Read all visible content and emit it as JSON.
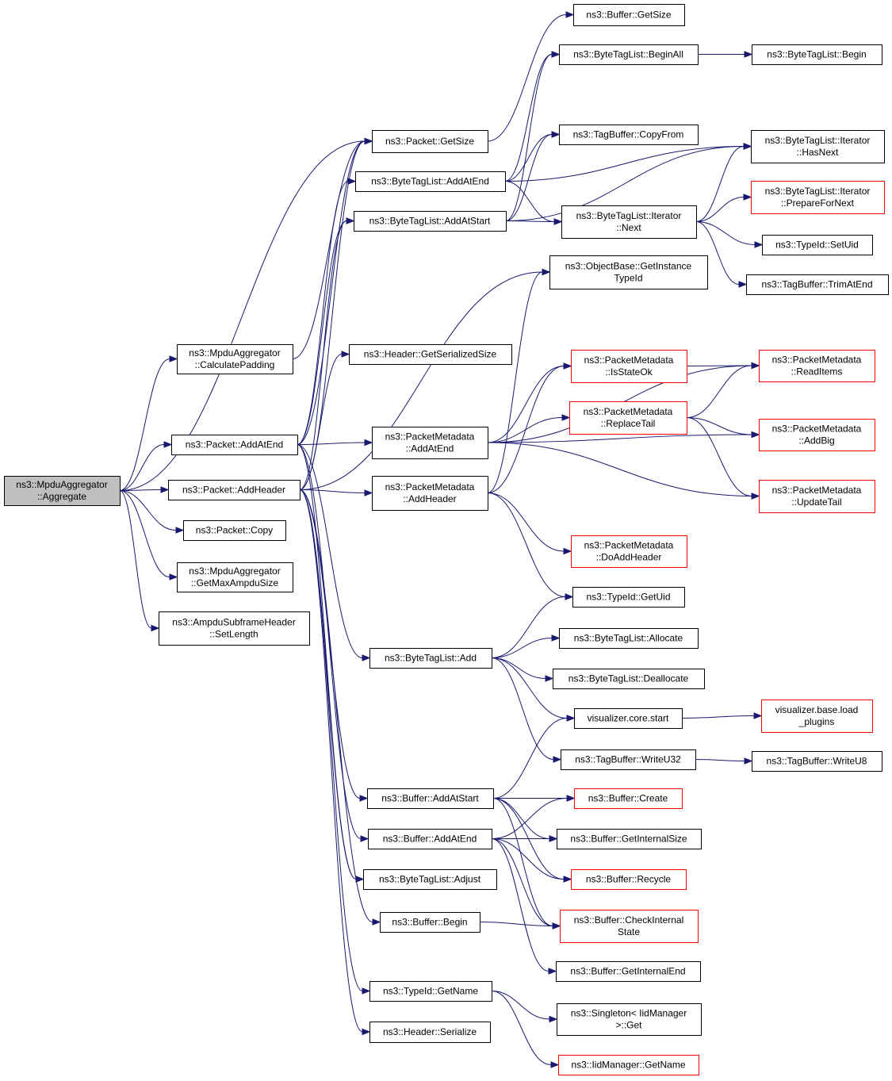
{
  "title": "",
  "colors": {
    "edge": "#191970",
    "root_fill": "#bfbfbf",
    "external_border": "#ff0000",
    "node_border": "#000000"
  },
  "nodes": [
    {
      "id": "agg",
      "label": [
        "ns3::MpduAggregator",
        "::Aggregate"
      ],
      "style": "root"
    },
    {
      "id": "calcpad",
      "label": [
        "ns3::MpduAggregator",
        "::CalculatePadding"
      ]
    },
    {
      "id": "pAddAtEnd",
      "label": [
        "ns3::Packet::AddAtEnd"
      ]
    },
    {
      "id": "pAddHeader",
      "label": [
        "ns3::Packet::AddHeader"
      ]
    },
    {
      "id": "pCopy",
      "label": [
        "ns3::Packet::Copy"
      ]
    },
    {
      "id": "getMaxAmpdu",
      "label": [
        "ns3::MpduAggregator",
        "::GetMaxAmpduSize"
      ]
    },
    {
      "id": "setLength",
      "label": [
        "ns3::AmpduSubframeHeader",
        "::SetLength"
      ]
    },
    {
      "id": "pGetSize",
      "label": [
        "ns3::Packet::GetSize"
      ]
    },
    {
      "id": "btlAddAtEnd",
      "label": [
        "ns3::ByteTagList::AddAtEnd"
      ]
    },
    {
      "id": "btlAddAtStart",
      "label": [
        "ns3::ByteTagList::AddAtStart"
      ]
    },
    {
      "id": "hGetSerSize",
      "label": [
        "ns3::Header::GetSerializedSize"
      ]
    },
    {
      "id": "pmAddAtEnd",
      "label": [
        "ns3::PacketMetadata",
        "::AddAtEnd"
      ]
    },
    {
      "id": "pmAddHeader",
      "label": [
        "ns3::PacketMetadata",
        "::AddHeader"
      ]
    },
    {
      "id": "btlAdd",
      "label": [
        "ns3::ByteTagList::Add"
      ]
    },
    {
      "id": "bAddAtStart",
      "label": [
        "ns3::Buffer::AddAtStart"
      ]
    },
    {
      "id": "bAddAtEnd",
      "label": [
        "ns3::Buffer::AddAtEnd"
      ]
    },
    {
      "id": "btlAdjust",
      "label": [
        "ns3::ByteTagList::Adjust"
      ]
    },
    {
      "id": "bBegin",
      "label": [
        "ns3::Buffer::Begin"
      ]
    },
    {
      "id": "tidGetName",
      "label": [
        "ns3::TypeId::GetName"
      ]
    },
    {
      "id": "hSerialize",
      "label": [
        "ns3::Header::Serialize"
      ]
    },
    {
      "id": "bGetSize",
      "label": [
        "ns3::Buffer::GetSize"
      ]
    },
    {
      "id": "btlBeginAll",
      "label": [
        "ns3::ByteTagList::BeginAll"
      ]
    },
    {
      "id": "tbCopyFrom",
      "label": [
        "ns3::TagBuffer::CopyFrom"
      ]
    },
    {
      "id": "itNext",
      "label": [
        "ns3::ByteTagList::Iterator",
        "::Next"
      ]
    },
    {
      "id": "obGetInst",
      "label": [
        "ns3::ObjectBase::GetInstance",
        "TypeId"
      ]
    },
    {
      "id": "pmIsStateOk",
      "label": [
        "ns3::PacketMetadata",
        "::IsStateOk"
      ],
      "style": "red"
    },
    {
      "id": "pmReplaceTail",
      "label": [
        "ns3::PacketMetadata",
        "::ReplaceTail"
      ],
      "style": "red"
    },
    {
      "id": "pmDoAddHeader",
      "label": [
        "ns3::PacketMetadata",
        "::DoAddHeader"
      ],
      "style": "red"
    },
    {
      "id": "tidGetUid",
      "label": [
        "ns3::TypeId::GetUid"
      ]
    },
    {
      "id": "btlAllocate",
      "label": [
        "ns3::ByteTagList::Allocate"
      ]
    },
    {
      "id": "btlDeallocate",
      "label": [
        "ns3::ByteTagList::Deallocate"
      ]
    },
    {
      "id": "vizStart",
      "label": [
        "visualizer.core.start"
      ]
    },
    {
      "id": "tbWriteU32",
      "label": [
        "ns3::TagBuffer::WriteU32"
      ]
    },
    {
      "id": "bCreate",
      "label": [
        "ns3::Buffer::Create"
      ],
      "style": "red"
    },
    {
      "id": "bGetIntSize",
      "label": [
        "ns3::Buffer::GetInternalSize"
      ]
    },
    {
      "id": "bRecycle",
      "label": [
        "ns3::Buffer::Recycle"
      ],
      "style": "red"
    },
    {
      "id": "bCheckInt",
      "label": [
        "ns3::Buffer::CheckInternal",
        "State"
      ],
      "style": "red"
    },
    {
      "id": "bGetIntEnd",
      "label": [
        "ns3::Buffer::GetInternalEnd"
      ]
    },
    {
      "id": "singGet",
      "label": [
        "ns3::Singleton< IidManager",
        ">::Get"
      ]
    },
    {
      "id": "iidGetName",
      "label": [
        "ns3::IidManager::GetName"
      ],
      "style": "red"
    },
    {
      "id": "btlBegin",
      "label": [
        "ns3::ByteTagList::Begin"
      ]
    },
    {
      "id": "itHasNext",
      "label": [
        "ns3::ByteTagList::Iterator",
        "::HasNext"
      ]
    },
    {
      "id": "itPrepare",
      "label": [
        "ns3::ByteTagList::Iterator",
        "::PrepareForNext"
      ],
      "style": "red"
    },
    {
      "id": "tidSetUid",
      "label": [
        "ns3::TypeId::SetUid"
      ]
    },
    {
      "id": "tbTrimAtEnd",
      "label": [
        "ns3::TagBuffer::TrimAtEnd"
      ]
    },
    {
      "id": "pmReadItems",
      "label": [
        "ns3::PacketMetadata",
        "::ReadItems"
      ],
      "style": "red"
    },
    {
      "id": "pmAddBig",
      "label": [
        "ns3::PacketMetadata",
        "::AddBig"
      ],
      "style": "red"
    },
    {
      "id": "pmUpdateTail",
      "label": [
        "ns3::PacketMetadata",
        "::UpdateTail"
      ],
      "style": "red"
    },
    {
      "id": "vizLoadPlugins",
      "label": [
        "visualizer.base.load",
        "_plugins"
      ],
      "style": "red"
    },
    {
      "id": "tbWriteU8",
      "label": [
        "ns3::TagBuffer::WriteU8"
      ]
    }
  ],
  "edges": [
    [
      "agg",
      "pGetSize"
    ],
    [
      "agg",
      "calcpad"
    ],
    [
      "agg",
      "pAddAtEnd"
    ],
    [
      "agg",
      "pAddHeader"
    ],
    [
      "agg",
      "pCopy"
    ],
    [
      "agg",
      "getMaxAmpdu"
    ],
    [
      "agg",
      "setLength"
    ],
    [
      "calcpad",
      "pGetSize"
    ],
    [
      "pAddAtEnd",
      "pGetSize"
    ],
    [
      "pAddAtEnd",
      "btlAddAtEnd"
    ],
    [
      "pAddAtEnd",
      "btlAddAtStart"
    ],
    [
      "pAddAtEnd",
      "pmAddAtEnd"
    ],
    [
      "pAddAtEnd",
      "btlAdd"
    ],
    [
      "pAddAtEnd",
      "bAddAtEnd"
    ],
    [
      "pAddAtEnd",
      "btlAdjust"
    ],
    [
      "pAddHeader",
      "pGetSize"
    ],
    [
      "pAddHeader",
      "btlAddAtStart"
    ],
    [
      "pAddHeader",
      "hGetSerSize"
    ],
    [
      "pAddHeader",
      "obGetInst"
    ],
    [
      "pAddHeader",
      "pmAddHeader"
    ],
    [
      "pAddHeader",
      "bAddAtStart"
    ],
    [
      "pAddHeader",
      "btlAdjust"
    ],
    [
      "pAddHeader",
      "bBegin"
    ],
    [
      "pAddHeader",
      "tidGetName"
    ],
    [
      "pAddHeader",
      "hSerialize"
    ],
    [
      "pGetSize",
      "bGetSize"
    ],
    [
      "btlAddAtEnd",
      "btlBeginAll"
    ],
    [
      "btlAddAtEnd",
      "itHasNext"
    ],
    [
      "btlAddAtEnd",
      "tbCopyFrom"
    ],
    [
      "btlAddAtEnd",
      "itNext"
    ],
    [
      "btlAddAtStart",
      "btlBeginAll"
    ],
    [
      "btlAddAtStart",
      "itHasNext"
    ],
    [
      "btlAddAtStart",
      "tbCopyFrom"
    ],
    [
      "btlAddAtStart",
      "itNext"
    ],
    [
      "btlBeginAll",
      "btlBegin"
    ],
    [
      "itNext",
      "itHasNext"
    ],
    [
      "itNext",
      "itPrepare"
    ],
    [
      "itNext",
      "tidSetUid"
    ],
    [
      "itNext",
      "tbTrimAtEnd"
    ],
    [
      "pmAddAtEnd",
      "pmIsStateOk"
    ],
    [
      "pmAddAtEnd",
      "pmReplaceTail"
    ],
    [
      "pmAddAtEnd",
      "pmAddBig"
    ],
    [
      "pmAddAtEnd",
      "pmUpdateTail"
    ],
    [
      "pmAddAtEnd",
      "pmReadItems"
    ],
    [
      "pmAddHeader",
      "obGetInst"
    ],
    [
      "pmAddHeader",
      "pmIsStateOk"
    ],
    [
      "pmAddHeader",
      "pmDoAddHeader"
    ],
    [
      "pmAddHeader",
      "tidGetUid"
    ],
    [
      "pmIsStateOk",
      "pmReadItems"
    ],
    [
      "pmReplaceTail",
      "pmReadItems"
    ],
    [
      "pmReplaceTail",
      "pmAddBig"
    ],
    [
      "pmReplaceTail",
      "pmUpdateTail"
    ],
    [
      "btlAdd",
      "tidGetUid"
    ],
    [
      "btlAdd",
      "btlAllocate"
    ],
    [
      "btlAdd",
      "btlDeallocate"
    ],
    [
      "btlAdd",
      "vizStart"
    ],
    [
      "btlAdd",
      "tbWriteU32"
    ],
    [
      "vizStart",
      "vizLoadPlugins"
    ],
    [
      "tbWriteU32",
      "tbWriteU8"
    ],
    [
      "bAddAtStart",
      "vizStart"
    ],
    [
      "bAddAtStart",
      "bCreate"
    ],
    [
      "bAddAtStart",
      "bGetIntSize"
    ],
    [
      "bAddAtStart",
      "bRecycle"
    ],
    [
      "bAddAtStart",
      "bCheckInt"
    ],
    [
      "bAddAtEnd",
      "bCreate"
    ],
    [
      "bAddAtEnd",
      "bGetIntSize"
    ],
    [
      "bAddAtEnd",
      "bRecycle"
    ],
    [
      "bAddAtEnd",
      "bCheckInt"
    ],
    [
      "bAddAtEnd",
      "bGetIntEnd"
    ],
    [
      "bBegin",
      "bCheckInt"
    ],
    [
      "tidGetName",
      "singGet"
    ],
    [
      "tidGetName",
      "iidGetName"
    ]
  ]
}
